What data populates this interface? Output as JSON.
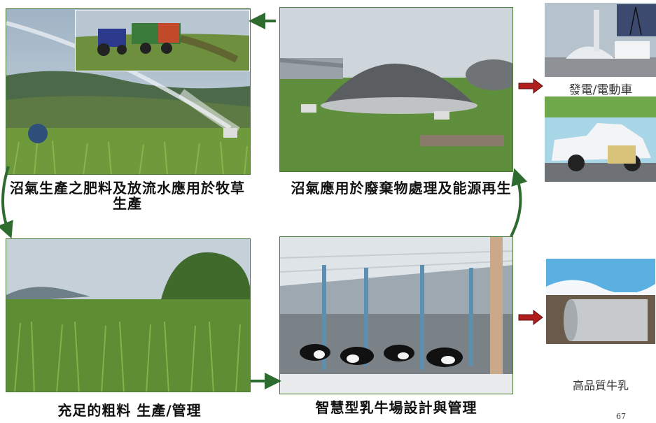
{
  "captions": {
    "forage_production": "沼氣生產之肥料及放流水應用於牧草生產",
    "biogas_application": "沼氣應用於廢棄物處理及能源再生",
    "roughage": "充足的粗料 生產/管理",
    "smart_dairy": "智慧型乳牛場設計與管理",
    "power_ev": "發電/電動車",
    "milk": "高品質牛乳"
  },
  "page_number": "67",
  "colors": {
    "cycle_arrow": "#2e6b2e",
    "side_arrow": "#b01e1e",
    "frame": "#4a7a3a"
  }
}
